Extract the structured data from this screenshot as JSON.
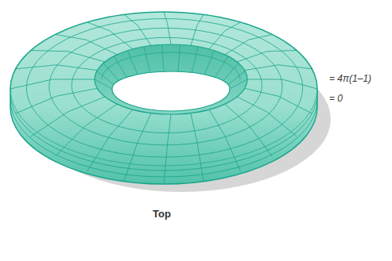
{
  "diagram": {
    "labels": [
      "= 4π(1–1)",
      "= 0",
      "Top"
    ]
  }
}
